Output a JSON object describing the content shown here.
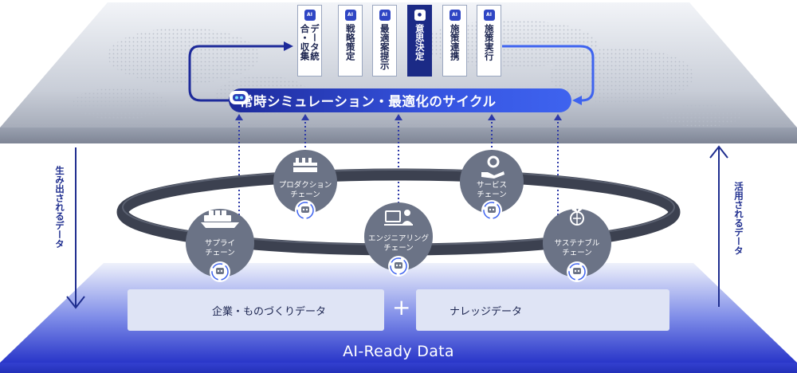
{
  "process_steps": [
    {
      "label": "データ統合・収集",
      "active": false
    },
    {
      "label": "戦略策定",
      "active": false
    },
    {
      "label": "最適案提示",
      "active": false
    },
    {
      "label": "意思決定",
      "active": true
    },
    {
      "label": "施策連携",
      "active": false
    },
    {
      "label": "施策実行",
      "active": false
    }
  ],
  "step_badge": "AI",
  "cycle": {
    "label": "常時シミュレーション・最適化のサイクル"
  },
  "chains": [
    {
      "label_line1": "サプライ",
      "label_line2": "チェーン",
      "icon": "ship-icon"
    },
    {
      "label_line1": "プロダクション",
      "label_line2": "チェーン",
      "icon": "factory-icon"
    },
    {
      "label_line1": "エンジニアリング",
      "label_line2": "チェーン",
      "icon": "engineer-desk-icon"
    },
    {
      "label_line1": "サービス",
      "label_line2": "チェーン",
      "icon": "hand-gear-icon"
    },
    {
      "label_line1": "サステナブル",
      "label_line2": "チェーン",
      "icon": "globe-plant-icon"
    }
  ],
  "side_labels": {
    "left": "生み出されるデータ",
    "right": "活用されるデータ"
  },
  "data_cards": {
    "left": "企業・ものづくりデータ",
    "right": "ナレッジデータ",
    "plus": "+"
  },
  "bottom_title": "AI-Ready Data",
  "colors": {
    "navy": "#1b2a86",
    "blue": "#3e63ef",
    "node": "#6b7386",
    "ring": "#3c4150",
    "card": "#dfe4f5"
  }
}
